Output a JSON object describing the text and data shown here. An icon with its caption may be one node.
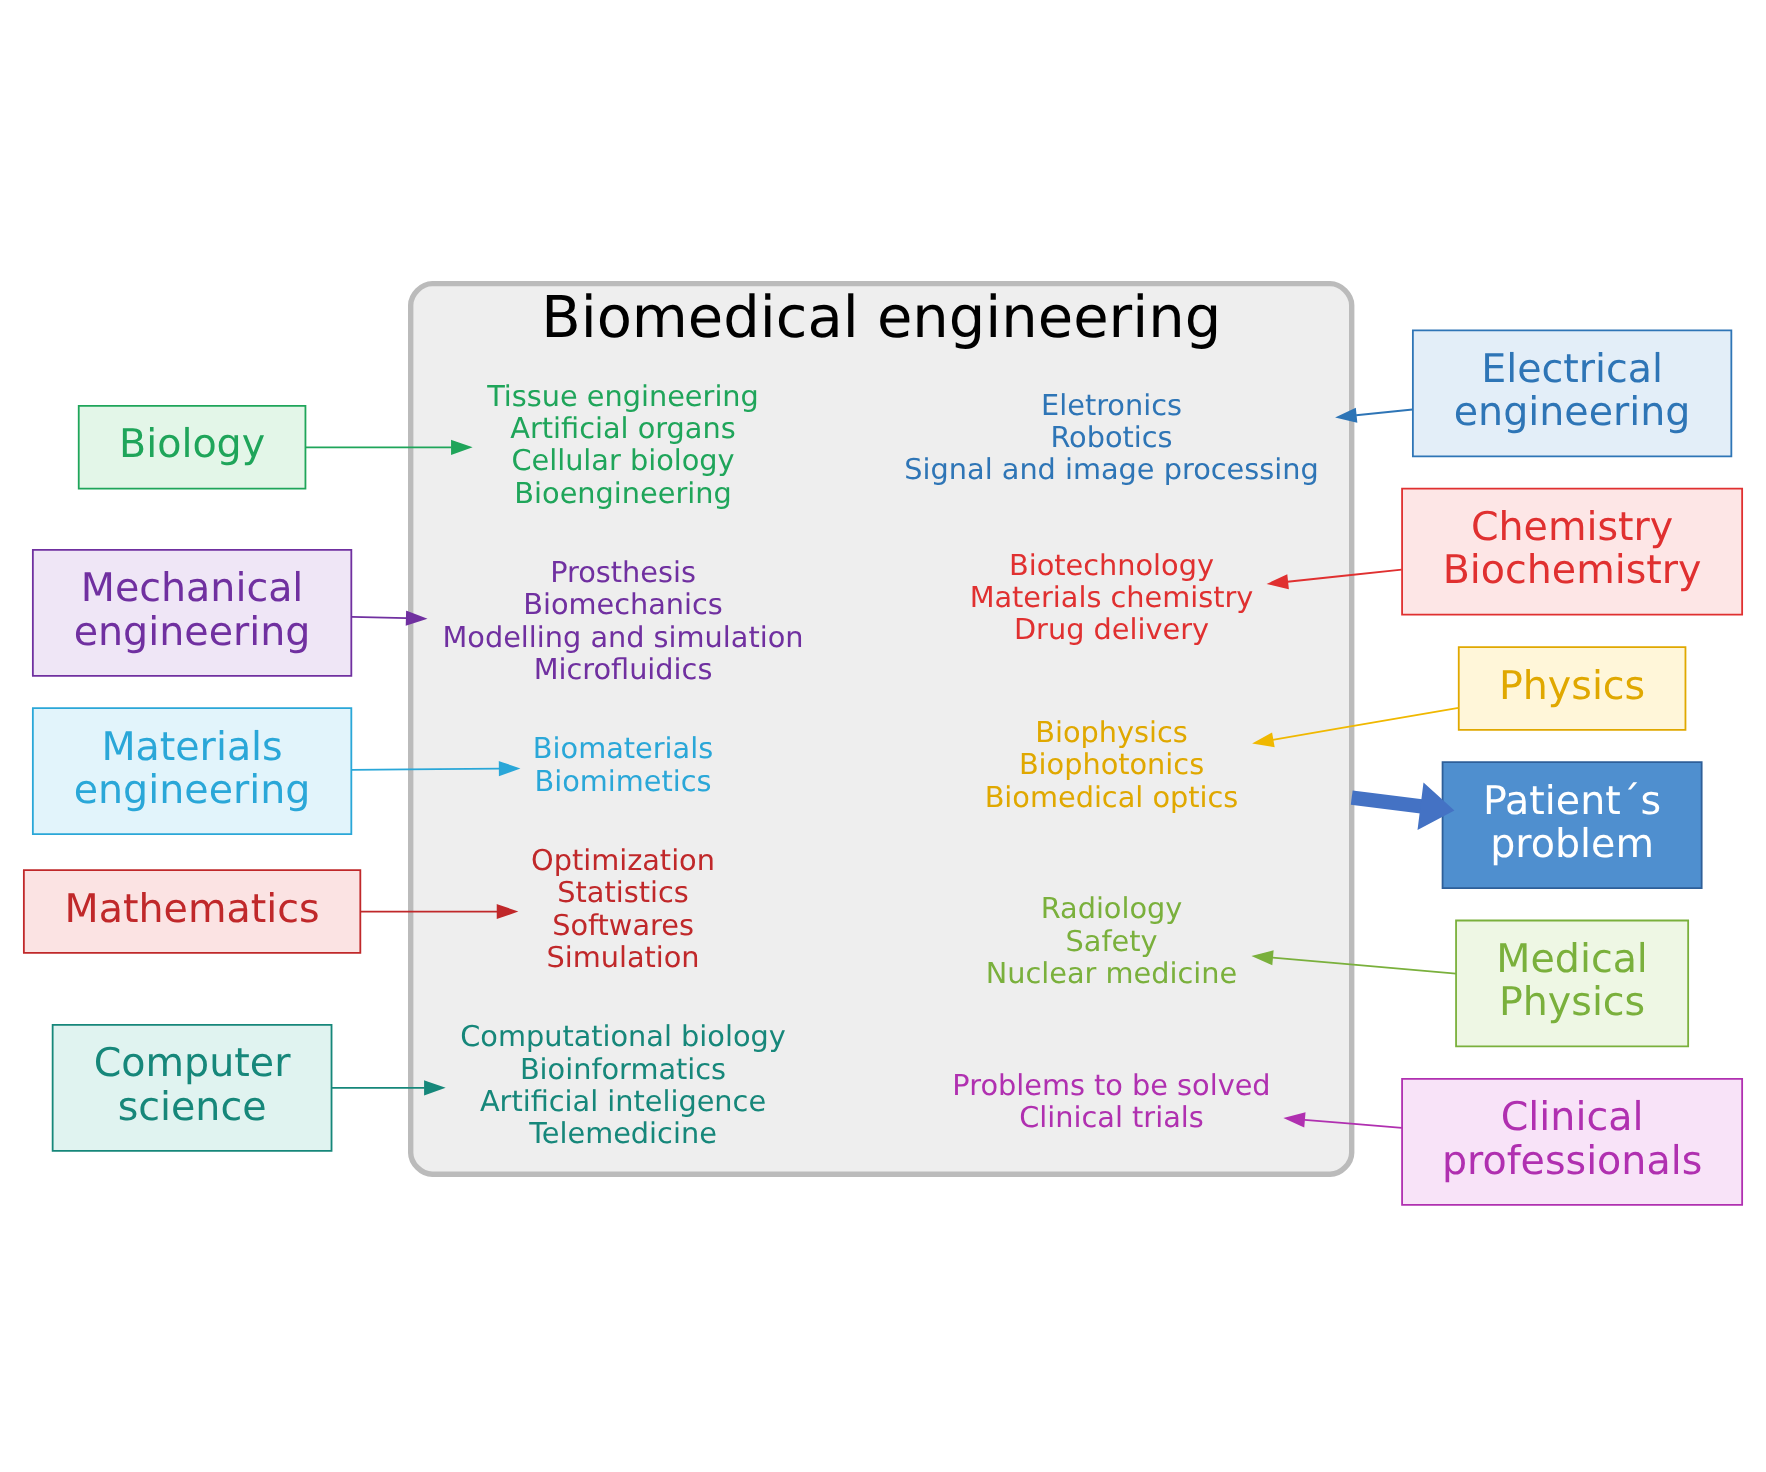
{
  "diagram": {
    "nodes": [
      {
        "text": [
          "Biomedical engineering"
        ]
      },
      {
        "text": [
          "Biology"
        ]
      },
      {
        "text": [
          "Tissue engineering",
          "Artificial organs",
          "Cellular biology",
          "Bioengineering"
        ],
        "in": 0
      },
      {
        "text": [
          "Electrical engineering"
        ]
      },
      {
        "text": [
          "Eletronics",
          "Robotics",
          "Signal and image processing"
        ],
        "in": 0
      },
      {
        "text": [
          "Mechanical engineering"
        ]
      },
      {
        "text": [
          "Prosthesis",
          "Biomechanics",
          "Modelling and simulation",
          "Microfluidics"
        ],
        "in": 0
      },
      {
        "text": [
          "Chemistry Biochemistry"
        ]
      },
      {
        "text": [
          "Biotechnology",
          "Materials chemistry",
          "Drug delivery"
        ],
        "in": 0
      },
      {
        "text": [
          "Materials engineering"
        ]
      },
      {
        "text": [
          "Biomaterials",
          "Biomimetics"
        ],
        "in": 0
      },
      {
        "text": [
          "Physics"
        ]
      },
      {
        "text": [
          "Biophysics",
          "Biophotonics",
          "Biomedical optics"
        ],
        "in": 0
      },
      {
        "text": [
          "Mathematics"
        ]
      },
      {
        "text": [
          "Optimization",
          "Statistics",
          "Softwares",
          "Simulation"
        ],
        "in": 0
      },
      {
        "text": [
          "Medical Physics"
        ]
      },
      {
        "text": [
          "Radiology",
          "Safety",
          "Nuclear medicine"
        ],
        "in": 0
      },
      {
        "text": [
          "Computer science"
        ]
      },
      {
        "text": [
          "Computational biology",
          "Bioinformatics",
          "Artificial inteligence",
          "Telemedicine"
        ],
        "in": 0
      },
      {
        "text": [
          "Clinical professionals"
        ]
      },
      {
        "text": [
          "Problems to be solved",
          "Clinical trials"
        ],
        "in": 0
      },
      {
        "text": [
          "Patient´s problem"
        ]
      }
    ],
    "edges": [
      {
        "from": 1,
        "to": 2,
        "arrow": "to",
        "color": "#1fa55a"
      },
      {
        "from": 3,
        "to": 4,
        "arrow": "to",
        "color": "#2e75b6"
      },
      {
        "from": 5,
        "to": 6,
        "arrow": "to",
        "color": "#7030a0"
      },
      {
        "from": 7,
        "to": 8,
        "arrow": "to",
        "color": "#e03030"
      },
      {
        "from": 9,
        "to": 10,
        "arrow": "to",
        "color": "#2aa7d8"
      },
      {
        "from": 11,
        "to": 12,
        "arrow": "to",
        "color": "#f0b800"
      },
      {
        "from": 13,
        "to": 14,
        "arrow": "to",
        "color": "#c0282a"
      },
      {
        "from": 15,
        "to": 16,
        "arrow": "to",
        "color": "#7ab03c"
      },
      {
        "from": 17,
        "to": 18,
        "arrow": "to",
        "color": "#16877a"
      },
      {
        "from": 19,
        "to": 20,
        "arrow": "to",
        "color": "#b030b0"
      },
      {
        "from": 0,
        "to": 21,
        "arrow": "to",
        "style": "thick",
        "color": "#4472c4"
      }
    ]
  }
}
